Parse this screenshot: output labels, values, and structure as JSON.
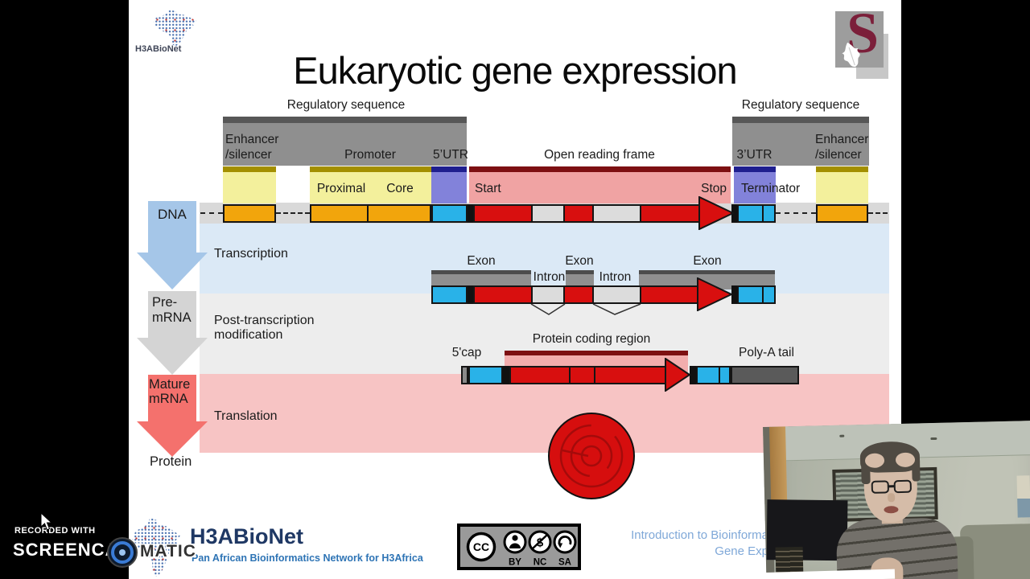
{
  "title": "Eukaryotic gene expression",
  "watermark": {
    "recorded_with": "RECORDED WITH",
    "brand_left": "SCREENCAST",
    "brand_right": "MATIC"
  },
  "logos": {
    "h3abionet_top": "H3ABioNet",
    "stellenbosch_letter": "S",
    "h3abionet_footer": "H3ABioNet",
    "h3abionet_tagline": "Pan African Bioinformatics Network for H3Africa"
  },
  "gene_diagram": {
    "regulatory_sequence_left": "Regulatory sequence",
    "regulatory_sequence_right": "Regulatory sequence",
    "enhancer_silencer_left": {
      "line1": "Enhancer",
      "line2": "/silencer"
    },
    "enhancer_silencer_right": {
      "line1": "Enhancer",
      "line2": "/silencer"
    },
    "promoter": "Promoter",
    "five_prime_utr": "5’UTR",
    "open_reading_frame": "Open reading frame",
    "three_prime_utr": "3’UTR",
    "proximal": "Proximal",
    "core": "Core",
    "start": "Start",
    "stop": "Stop",
    "terminator": "Terminator"
  },
  "flow": {
    "dna": "DNA",
    "transcription": "Transcription",
    "pre_mrna": {
      "line1": "Pre-",
      "line2": "mRNA"
    },
    "post_transcription": {
      "line1": "Post-transcription",
      "line2": "modification"
    },
    "mature_mrna": {
      "line1": "Mature",
      "line2": "mRNA"
    },
    "translation": "Translation",
    "protein": "Protein"
  },
  "pre_mrna_track": {
    "exon1": "Exon",
    "intron1": "Intron",
    "exon2": "Exon",
    "intron2": "Intron",
    "exon3": "Exon"
  },
  "mature_mrna_track": {
    "five_cap": "5'cap",
    "protein_coding_region": "Protein coding region",
    "poly_a_tail": "Poly-A tail"
  },
  "license": {
    "cc": "CC",
    "by": "BY",
    "nc": "NC",
    "sa": "SA"
  },
  "course": {
    "line1": "Introduction to Bioinforma",
    "line2": "Gene Exp"
  },
  "colors": {
    "dna_box_orange": "#f2a50c",
    "utr_cyan": "#29b2e8",
    "coding_red": "#d80f0f",
    "intron_gray": "#dcdcdc",
    "regulatory_gray": "#8f8f8f",
    "promoter_yellow": "#f3f09c",
    "utr_purple": "#8282da",
    "orf_pink": "#f0a3a3",
    "band_transcription": "#dbe9f6",
    "band_post_transcription": "#ededed",
    "band_translation": "#f7c4c4",
    "arrow_blue": "#a5c6e8",
    "arrow_gray": "#d4d4d4",
    "arrow_red": "#f4716d",
    "poly_a_gray": "#5a5a5a",
    "stellenbosch_maroon": "#7b1f3a",
    "h3a_navy": "#1f3864",
    "course_link_blue": "#7fa8d8"
  }
}
